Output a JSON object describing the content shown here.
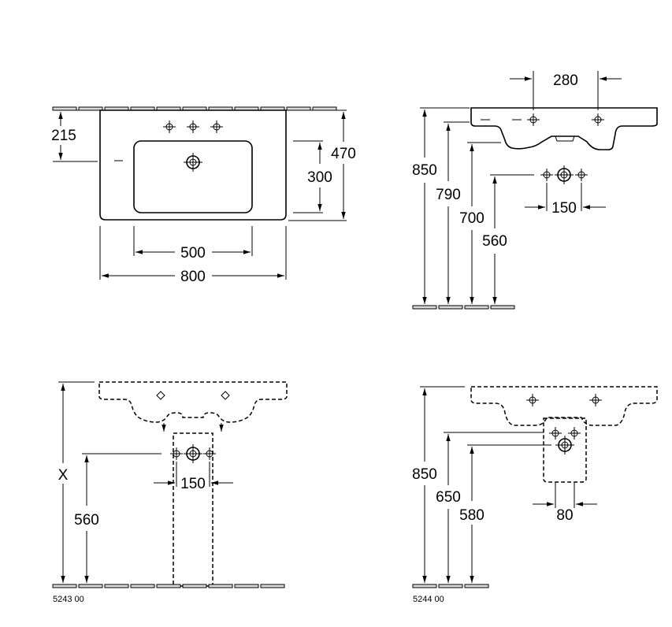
{
  "top_view": {
    "dim_215": "215",
    "dim_470": "470",
    "dim_300": "300",
    "dim_500": "500",
    "dim_800": "800"
  },
  "side_view": {
    "dim_280": "280",
    "dim_850": "850",
    "dim_790": "790",
    "dim_700": "700",
    "dim_560": "560",
    "dim_150": "150"
  },
  "variant_a": {
    "dim_x": "X",
    "dim_560": "560",
    "dim_150": "150",
    "article_code": "5243 00"
  },
  "variant_b": {
    "dim_850": "850",
    "dim_650": "650",
    "dim_580": "580",
    "dim_80": "80",
    "article_code": "5244 00"
  }
}
